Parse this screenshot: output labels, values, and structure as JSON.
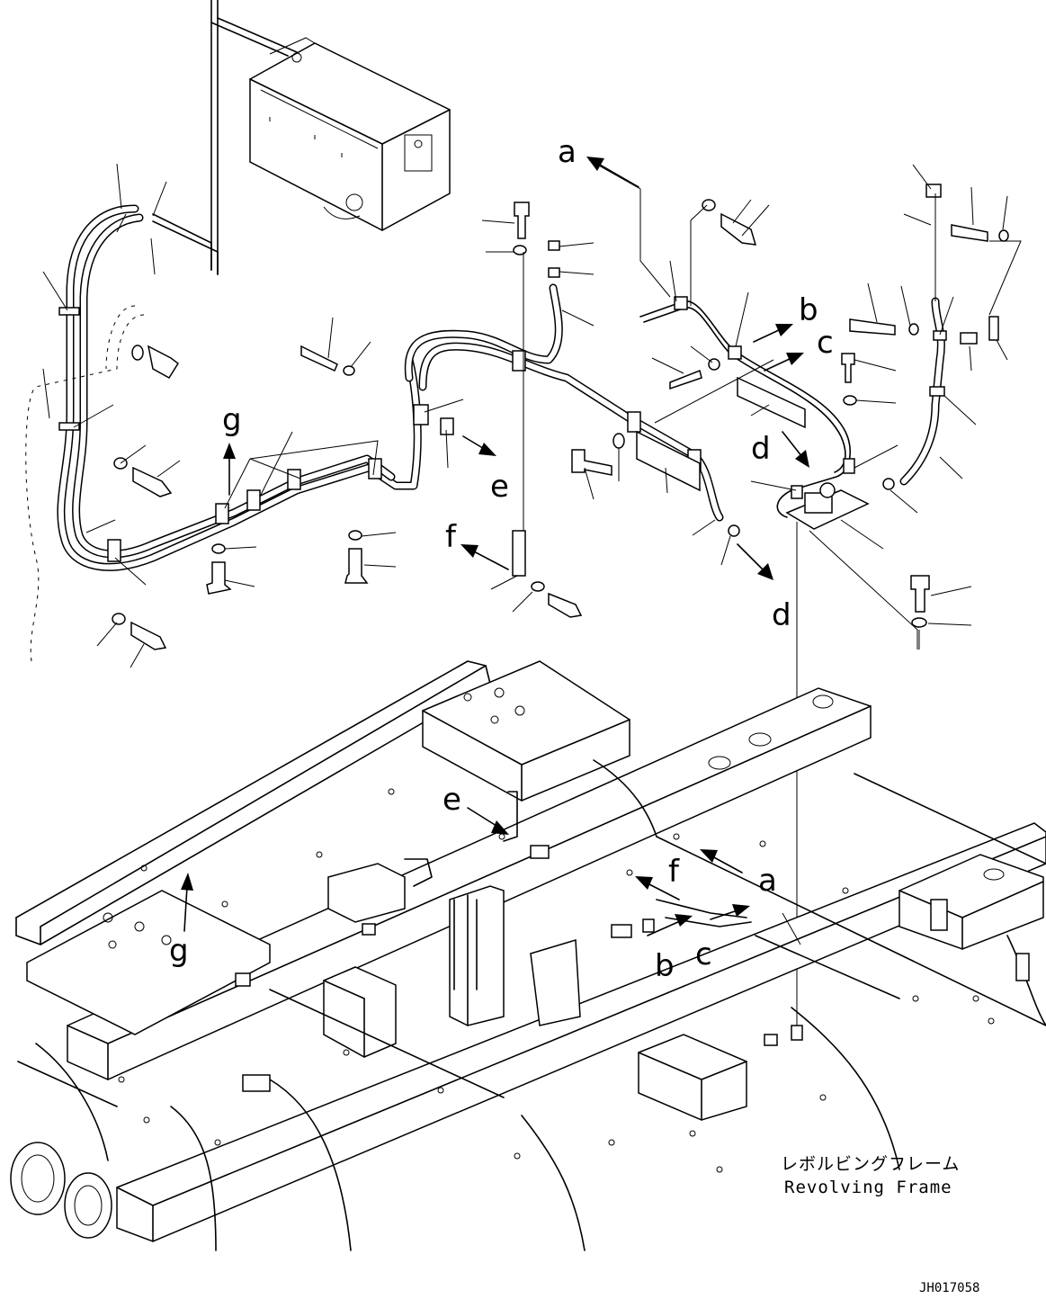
{
  "labels": {
    "upper": [
      {
        "id": "a",
        "text": "a"
      },
      {
        "id": "b",
        "text": "b"
      },
      {
        "id": "c",
        "text": "c"
      },
      {
        "id": "d1",
        "text": "d"
      },
      {
        "id": "d2",
        "text": "d"
      },
      {
        "id": "e",
        "text": "e"
      },
      {
        "id": "f",
        "text": "f"
      },
      {
        "id": "g",
        "text": "g"
      }
    ],
    "lower": [
      {
        "id": "e",
        "text": "e"
      },
      {
        "id": "f",
        "text": "f"
      },
      {
        "id": "a",
        "text": "a"
      },
      {
        "id": "g",
        "text": "g"
      },
      {
        "id": "b",
        "text": "b"
      },
      {
        "id": "c",
        "text": "c"
      }
    ]
  },
  "caption": {
    "japanese": "レボルビングフレーム",
    "english": "Revolving Frame"
  },
  "drawing_number": "JH017058"
}
